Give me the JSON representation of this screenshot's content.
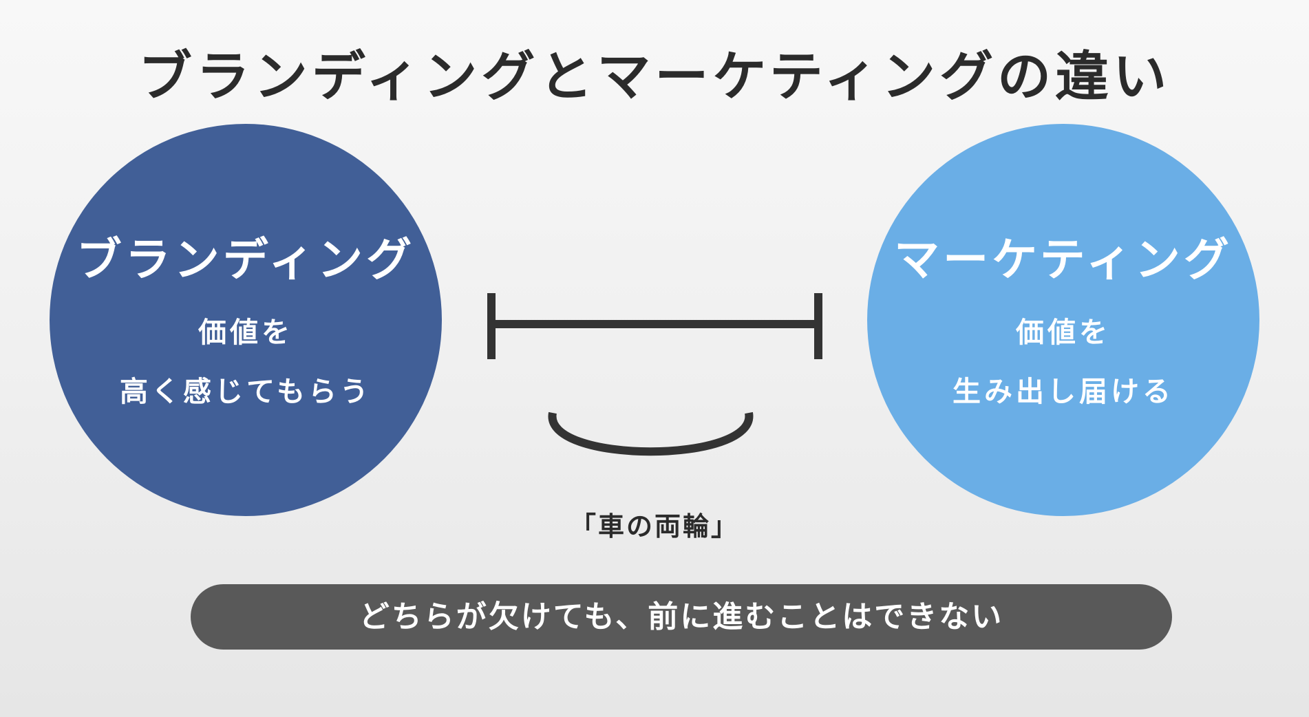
{
  "title": "ブランディングとマーケティングの違い",
  "left_circle": {
    "heading": "ブランディング",
    "line1": "価値を",
    "line2": "高く感じてもらう",
    "color": "#415f97"
  },
  "right_circle": {
    "heading": "マーケティング",
    "line1": "価値を",
    "line2": "生み出し届ける",
    "color": "#6aaee6"
  },
  "connector": {
    "caption": "「車の両輪」",
    "icon": "axle-and-smile-icon"
  },
  "banner": {
    "text": "どちらが欠けても、前に進むことはできない",
    "color": "#595959"
  }
}
